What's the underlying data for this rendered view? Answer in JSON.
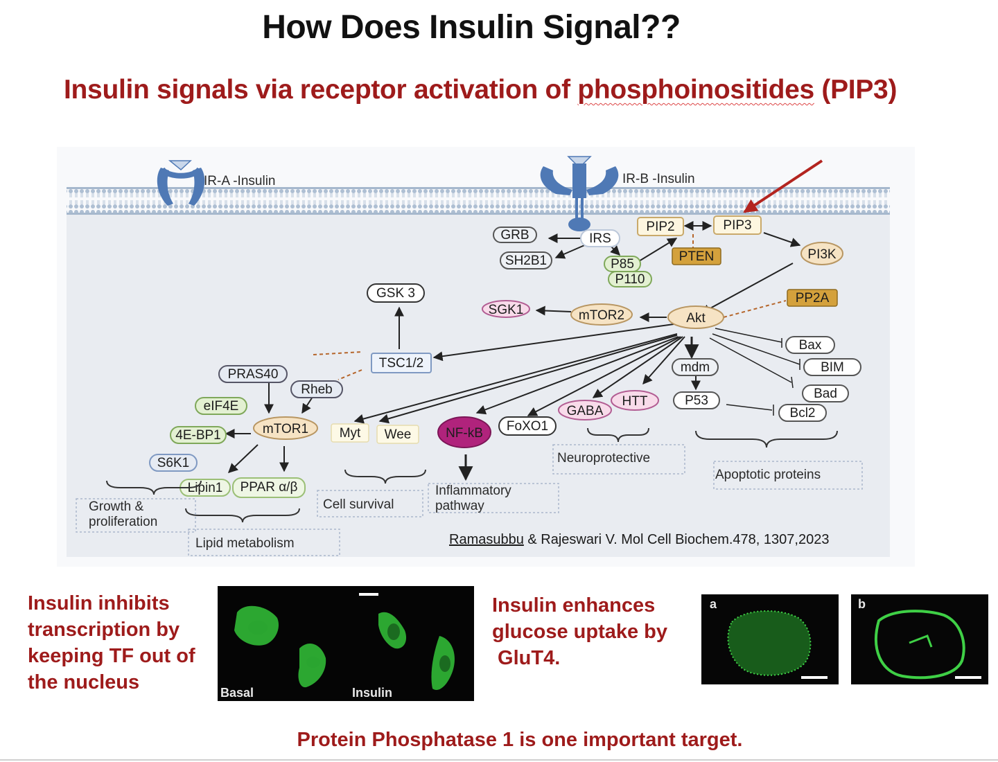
{
  "slide": {
    "title": "How Does Insulin Signal??",
    "subtitle_pre": "Insulin signals via receptor activation of ",
    "subtitle_word": "phosphoinositides",
    "subtitle_post": " (PIP3)",
    "footer": "Protein Phosphatase 1 is one important target."
  },
  "diagram": {
    "receptor_a": "IR-A -Insulin",
    "receptor_b": "IR-B -Insulin",
    "nodes": {
      "grb": "GRB",
      "sh2b1": "SH2B1",
      "irs": "IRS",
      "p85": "P85",
      "p110": "P110",
      "pip2": "PIP2",
      "pip3": "PIP3",
      "pten": "PTEN",
      "pi3k": "PI3K",
      "gsk3": "GSK 3",
      "sgk1": "SGK1",
      "mtor2": "mTOR2",
      "akt": "Akt",
      "pp2a": "PP2A",
      "tsc12": "TSC1/2",
      "pras40": "PRAS40",
      "rheb": "Rheb",
      "eif4e": "eIF4E",
      "mtor1": "mTOR1",
      "ebp1": "4E-BP1",
      "s6k1": "S6K1",
      "lipin1": "Lipin1",
      "ppar": "PPAR α/β",
      "myt": "Myt",
      "wee": "Wee",
      "nfkb": "NF-kB",
      "foxo1": "FoXO1",
      "gaba": "GABA",
      "htt": "HTT",
      "mdm": "mdm",
      "p53": "P53",
      "bax": "Bax",
      "bim": "BIM",
      "bad": "Bad",
      "bcl2": "Bcl2"
    },
    "groups": {
      "growth_line1": "Growth &",
      "growth_line2": "proliferation",
      "lipid": "Lipid metabolism",
      "survival": "Cell survival",
      "inflam_line1": "Inflammatory",
      "inflam_line2": "pathway",
      "neuro": "Neuroprotective",
      "apoptotic": "Apoptotic proteins"
    },
    "citation_author": "Ramasubbu",
    "citation_rest": " & Rajeswari V. Mol Cell Biochem.478, 1307,2023"
  },
  "bottom": {
    "left_text": "Insulin inhibits transcription by keeping TF out of the nucleus",
    "micro_basal": "Basal",
    "micro_insulin": "Insulin",
    "mid_line1": "Insulin enhances",
    "mid_line2": "glucose uptake by",
    "mid_line3": " GluT4.",
    "panel_a": "a",
    "panel_b": "b"
  },
  "colors": {
    "heading_red": "#9e1b1b",
    "membrane_blue": "#9fb4cc",
    "receptor_blue": "#4f79b5",
    "pten_fill": "#d4a13c",
    "nfkb_fill": "#b0237c",
    "fluorescence_green": "#34c43a"
  }
}
